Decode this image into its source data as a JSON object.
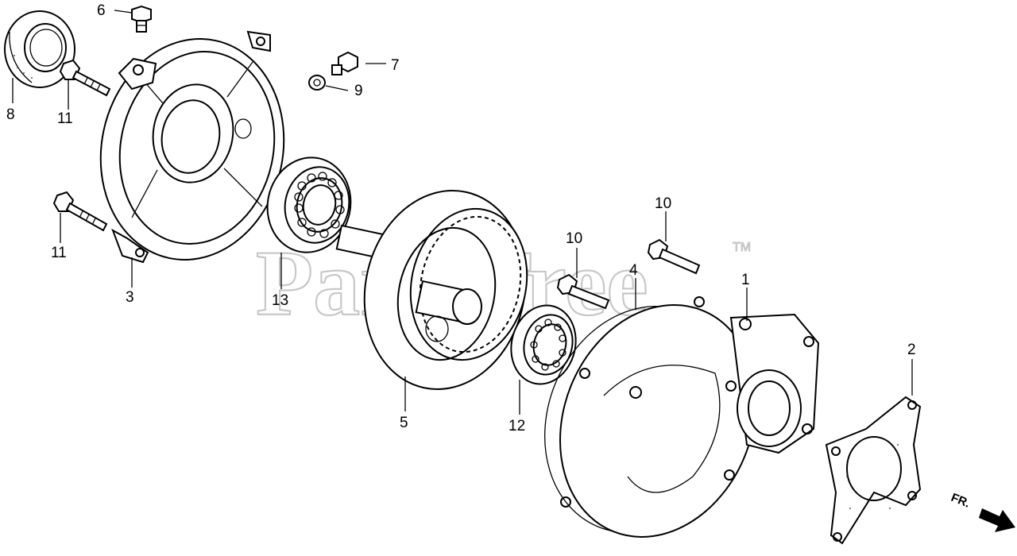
{
  "watermark": {
    "text": "PartsTree",
    "tm": "TM"
  },
  "direction": {
    "label": "FR."
  },
  "callouts": {
    "c1": "1",
    "c2": "2",
    "c3": "3",
    "c4": "4",
    "c5": "5",
    "c6": "6",
    "c7": "7",
    "c8": "8",
    "c9": "9",
    "c10a": "10",
    "c10b": "10",
    "c11a": "11",
    "c11b": "11",
    "c12": "12",
    "c13": "13"
  }
}
